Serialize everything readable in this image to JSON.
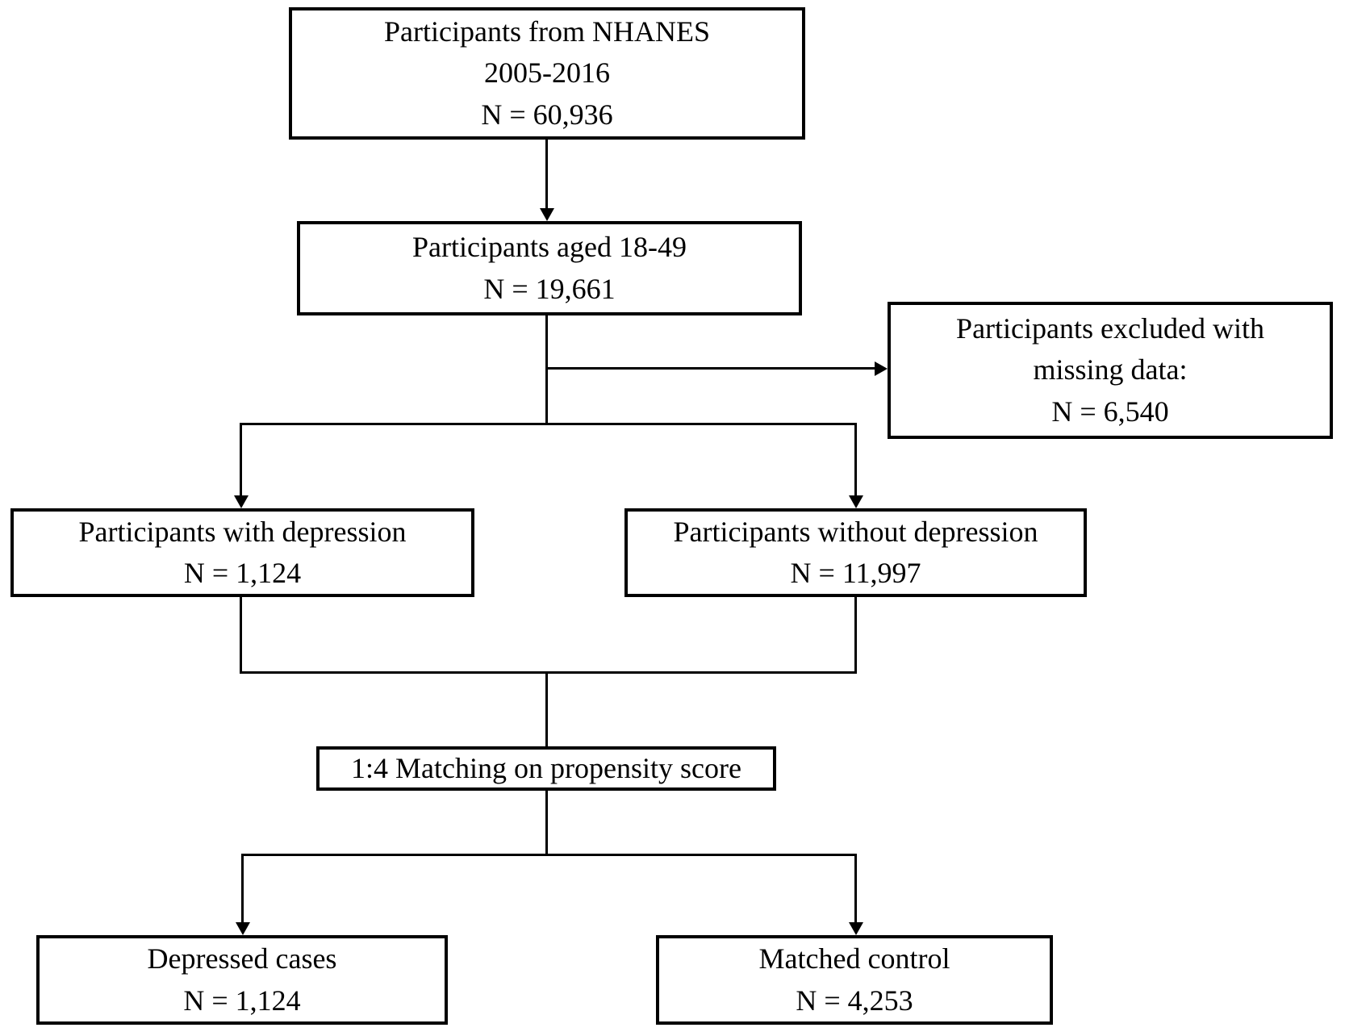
{
  "diagram": {
    "type": "flowchart",
    "background_color": "#ffffff",
    "line_color": "#000000",
    "text_color": "#000000",
    "boxes": {
      "nhanes_source": {
        "lines": [
          "Participants from NHANES",
          "2005-2016",
          "N = 60,936"
        ]
      },
      "aged": {
        "lines": [
          "Participants aged 18-49",
          "N = 19,661"
        ]
      },
      "excluded": {
        "lines": [
          "Participants excluded with",
          "missing data:",
          "N = 6,540"
        ]
      },
      "with_depression": {
        "lines": [
          "Participants with depression",
          "N = 1,124"
        ]
      },
      "without_depression": {
        "lines": [
          "Participants without depression",
          "N = 11,997"
        ]
      },
      "matching": {
        "lines": [
          "1:4 Matching on propensity score"
        ]
      },
      "depressed_cases": {
        "lines": [
          "Depressed cases",
          "N = 1,124"
        ]
      },
      "matched_control": {
        "lines": [
          "Matched control",
          "N = 4,253"
        ]
      }
    }
  }
}
